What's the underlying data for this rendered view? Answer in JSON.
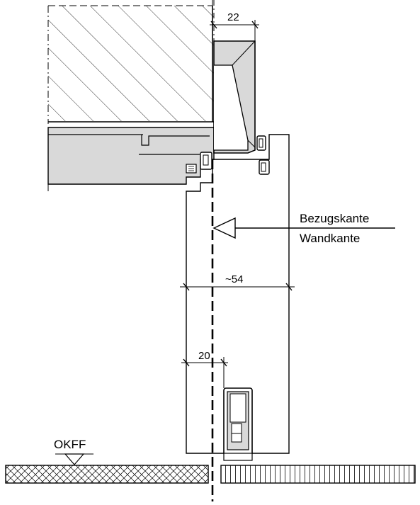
{
  "dimensions": {
    "top_offset": "22",
    "panel_width": "~54",
    "axis_offset": "20"
  },
  "labels": {
    "reference_edge": "Bezugskante",
    "wall_edge": "Wandkante",
    "floor_level": "OKFF"
  },
  "colors": {
    "line": "#000000",
    "fill_gray": "#d9d9d9",
    "background": "#ffffff"
  }
}
